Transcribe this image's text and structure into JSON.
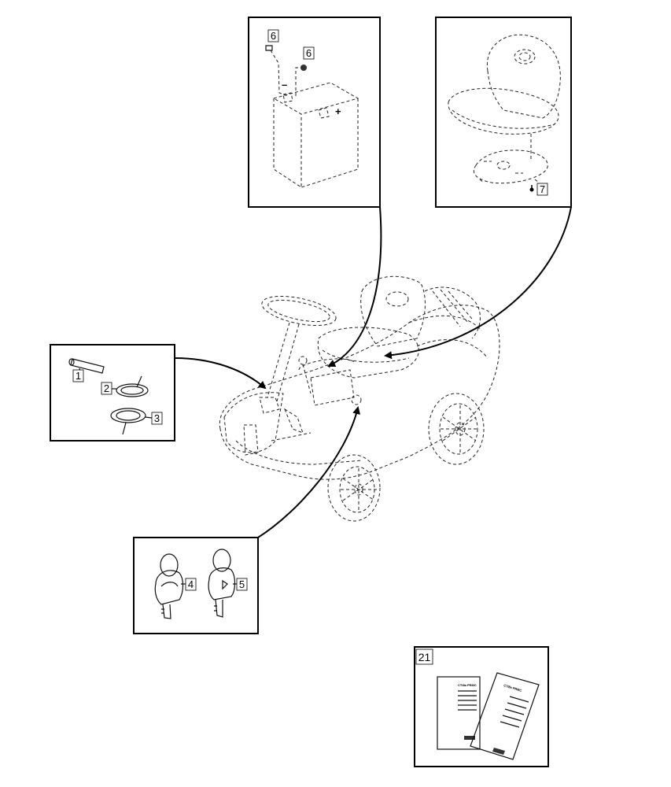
{
  "callouts": {
    "c1": "1",
    "c2": "2",
    "c3": "3",
    "c4": "4",
    "c5": "5",
    "c6a": "6",
    "c6b": "6",
    "c7": "7"
  },
  "page_ref": "21",
  "manual": {
    "title_back": "CTI8a PRMC",
    "title_front": "CTI8a PRMC"
  }
}
